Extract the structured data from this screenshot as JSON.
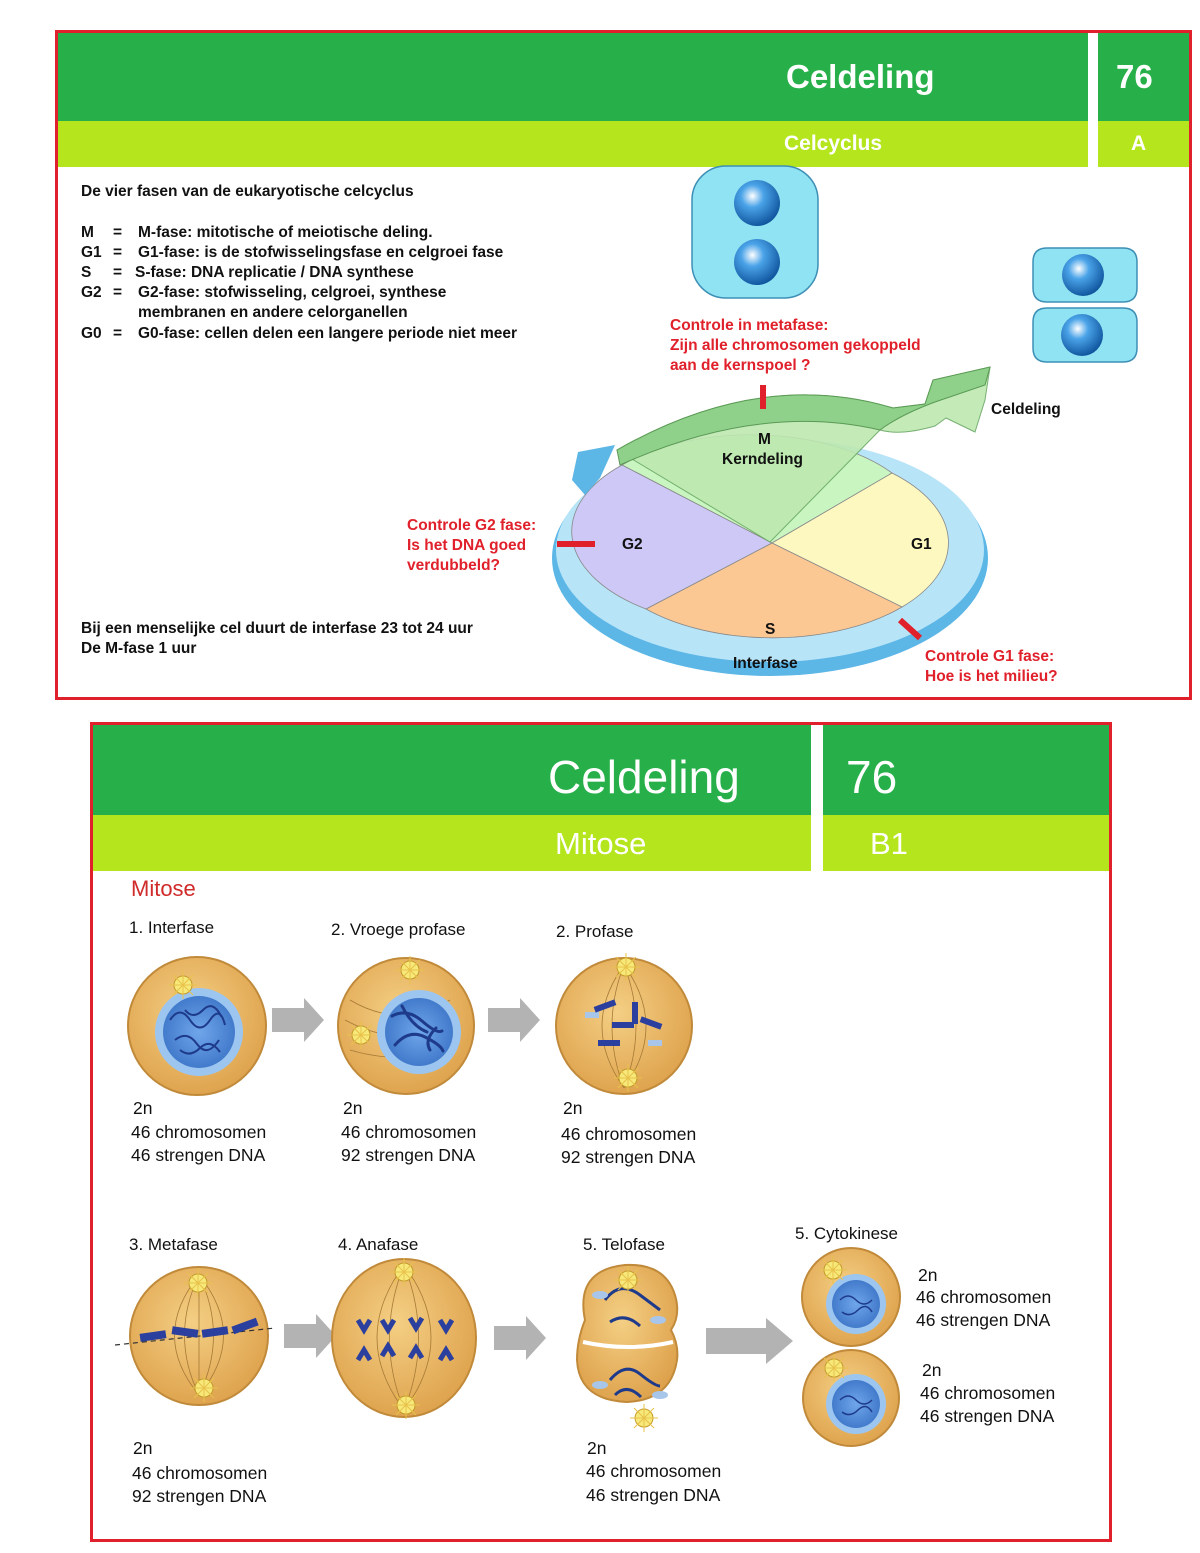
{
  "slide_a": {
    "title": "Celdeling",
    "number": "76",
    "subtitle": "Celcyclus",
    "code": "A",
    "intro_heading": "De vier fasen van de eukaryotische celcyclus",
    "phases": [
      {
        "key": "M",
        "eq": "=",
        "text": "M-fase: mitotische of meiotische deling."
      },
      {
        "key": "G1",
        "eq": "=",
        "text": "G1-fase: is de stofwisselingsfase en celgroei fase"
      },
      {
        "key": "S",
        "eq": "=",
        "text": "S-fase: DNA replicatie / DNA synthese"
      },
      {
        "key": "G2",
        "eq": "=",
        "text": "G2-fase: stofwisseling, celgroei, synthese"
      },
      {
        "key": "",
        "eq": "",
        "text": "membranen en andere celorganellen"
      },
      {
        "key": "G0",
        "eq": "=",
        "text": "G0-fase: cellen delen een langere periode niet meer"
      }
    ],
    "footer_line1": "Bij een menselijke cel duurt de interfase 23 tot 24 uur",
    "footer_line2": "De M-fase 1 uur",
    "diagram": {
      "m_label": "M",
      "m_sub": "Kerndeling",
      "g1_label": "G1",
      "g2_label": "G2",
      "s_label": "S",
      "interfase_label": "Interfase",
      "celdeling_label": "Celdeling",
      "check_metafase": [
        "Controle in metafase:",
        "Zijn alle chromosomen gekoppeld",
        "aan de kernspoel ?"
      ],
      "check_g2": [
        "Controle G2 fase:",
        "Is het DNA goed",
        "verdubbeld?"
      ],
      "check_g1": [
        "Controle G1 fase:",
        "Hoe is het milieu?"
      ],
      "colors": {
        "m": "#c8f5c0",
        "g1": "#fdf7c0",
        "g2": "#cdc8f5",
        "s": "#fbc894",
        "ring": "#8fd3f4",
        "arrow": "#8fd08a",
        "check": "#e0202a",
        "cell": "#8fe3f2"
      }
    }
  },
  "slide_b": {
    "title": "Celdeling",
    "number": "76",
    "subtitle": "Mitose",
    "code": "B1",
    "section_heading": "Mitose",
    "stages": [
      {
        "label": "1. Interfase",
        "ploidy": "2n",
        "chromosomes": "46 chromosomen",
        "dna": "46 strengen DNA"
      },
      {
        "label": "2. Vroege profase",
        "ploidy": "2n",
        "chromosomes": "46 chromosomen",
        "dna": "92 strengen DNA"
      },
      {
        "label": "2. Profase",
        "ploidy": "2n",
        "chromosomes": "46 chromosomen",
        "dna": "92 strengen DNA"
      },
      {
        "label": "3. Metafase",
        "ploidy": "2n",
        "chromosomes": "46 chromosomen",
        "dna": "92 strengen DNA"
      },
      {
        "label": "4. Anafase"
      },
      {
        "label": "5. Telofase",
        "ploidy": "2n",
        "chromosomes": "46 chromosomen",
        "dna": "46 strengen DNA"
      },
      {
        "label": "5. Cytokinese"
      }
    ],
    "daughters": [
      {
        "ploidy": "2n",
        "chromosomes": "46 chromosomen",
        "dna": "46 strengen DNA"
      },
      {
        "ploidy": "2n",
        "chromosomes": "46 chromosomen",
        "dna": "46 strengen DNA"
      }
    ],
    "colors": {
      "cell": "#e8b25c",
      "cell_edge": "#c08a3a",
      "nucleus": "#5a8fd8",
      "chromosome": "#2a3f9e",
      "arrow": "#b3b3b3"
    }
  }
}
